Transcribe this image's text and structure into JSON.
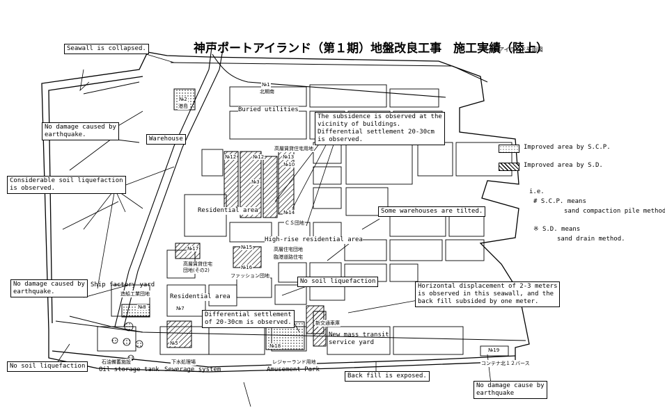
{
  "title": "神戸ポートアイランド（第１期）地盤改良工事　施工実績（陸上）",
  "subtitle": "ポートアイランド平面図",
  "legend": {
    "scp": "Improved area by S.C.P.",
    "sd": "Improved area by S.D.",
    "ie": "i.e.",
    "scp_def_1": "S.C.P. means",
    "scp_def_2": "sand compaction pile method.",
    "sd_def_1": "S.D. means",
    "sd_def_2": "sand drain method."
  },
  "annotations": {
    "seawall": "Seawall is collapsed.",
    "no_damage_1": "No damage caused by\nearthquake.",
    "warehouse": "Warehouse",
    "considerable": "Considerable soil liquefaction\nis observed.",
    "no_damage_2": "No damage caused by\nearthquake.",
    "no_soil_1": "No soil liquefaction",
    "buried": "Buried utilities",
    "subsidence": "The subsidence is observed at the\nvicinity of buildings.\nDifferential settlement 20-30cm\nis observed.",
    "residential_1": "Residential area",
    "some_warehouses": "Some warehouses are tilted.",
    "high_rise": "High-rise residential area",
    "ship_factory": "Ship factory yard",
    "residential_2": "Residential area",
    "diff_settlement": "Differential settlement\nof 20-30cm is observed.",
    "no_soil_2": "No soil liquefaction",
    "horizontal": "Horizontal displacement of 2-3 meters\nis observed in this seawall, and the\nback fill subsided by one meter.",
    "new_mass": "New mass transit\nservice yard",
    "oil": "Oil storage tank",
    "sewerage": "Sewerage system",
    "amusement": "Amusement Park",
    "back_fill": "Back fill is exposed.",
    "no_damage_3": "No damage cause by\nearthquake"
  },
  "plots": {
    "no1": "№1",
    "no1_sub": "北期南",
    "no2": "№2",
    "no2_sub": "港島",
    "no3": "№3",
    "no5": "№5",
    "no7": "№7",
    "no8": "№8",
    "no10": "№10",
    "no12": "№12",
    "no13": "№13",
    "no14": "№14",
    "no15": "№15",
    "no16": "№16",
    "no17": "№17",
    "no18": "№18",
    "no19": "№19",
    "sd_kanji": "№12",
    "cs": "ＣＳ団地",
    "park_kanji": "高層住宅団地",
    "apartment": "高層賃貸住宅用地",
    "fashion": "ファッション団地",
    "danchi2": "高層賃貸住宅\n団地(その2)",
    "shipyard_jp": "造船工業団地",
    "oil_jp": "石油備蓄施設",
    "sewer_jp": "下水処理場",
    "amusement_jp": "レジャーランド用地",
    "container_jp": "コンテナ北１２バース",
    "uwa_jp": "新交通車庫",
    "riverside_jp": "臨港道路住宅"
  }
}
